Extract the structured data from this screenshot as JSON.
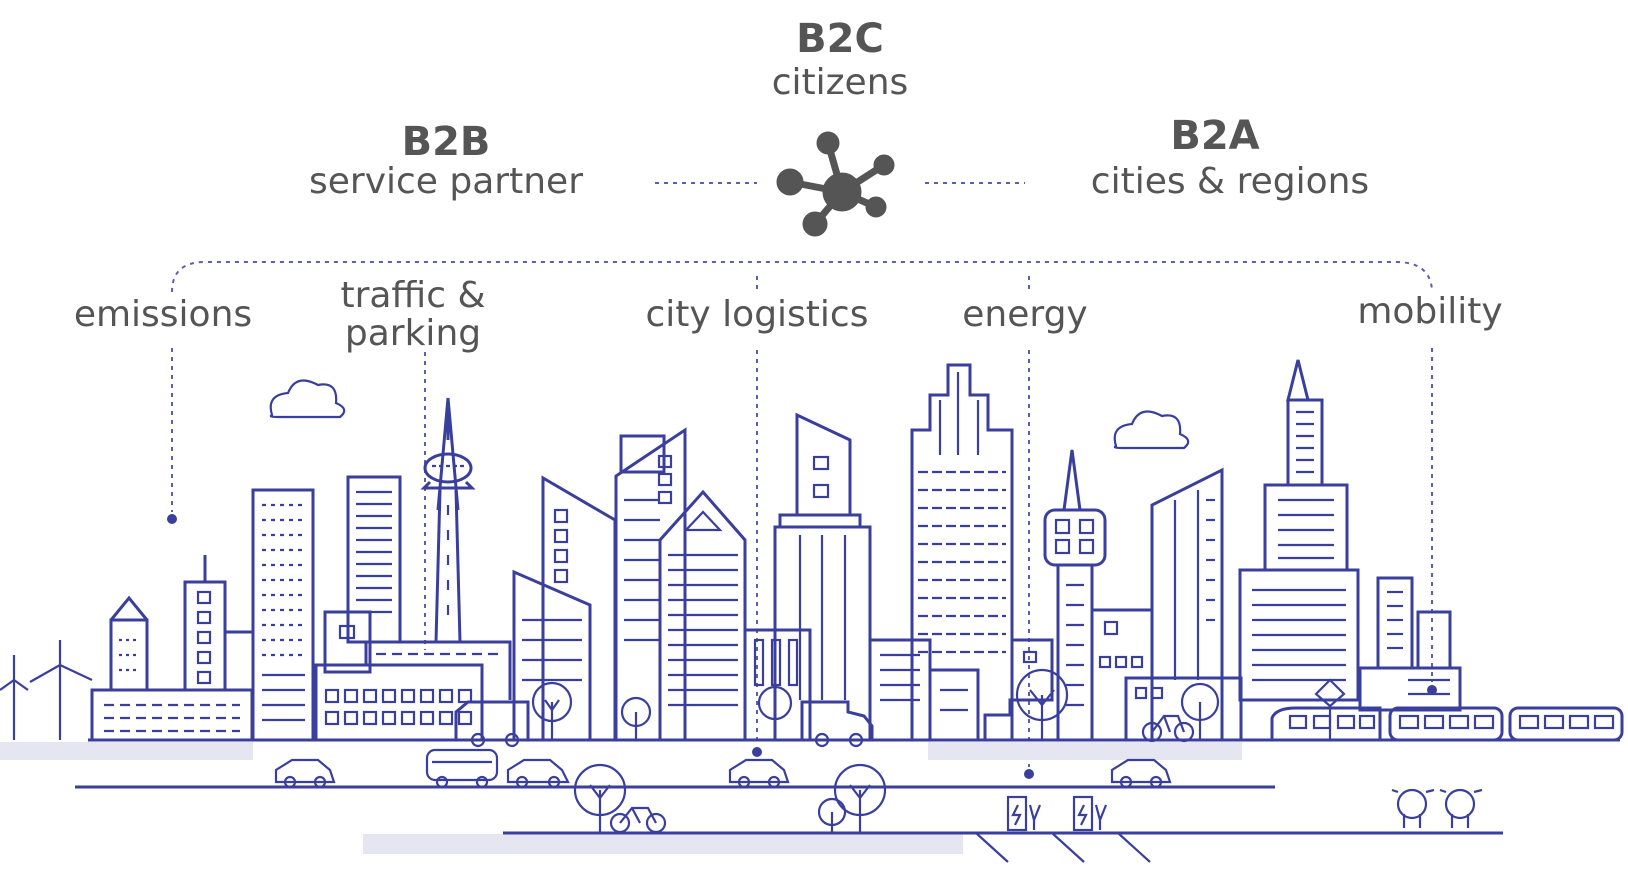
{
  "hub": {
    "top": {
      "title": "B2C",
      "subtitle": "citizens"
    },
    "left": {
      "title": "B2B",
      "subtitle": "service partner"
    },
    "right": {
      "title": "B2A",
      "subtitle": "cities & regions"
    }
  },
  "topics": [
    {
      "lines": [
        "emissions"
      ]
    },
    {
      "lines": [
        "traffic &",
        "parking"
      ]
    },
    {
      "lines": [
        "city logistics"
      ]
    },
    {
      "lines": [
        "energy"
      ]
    },
    {
      "lines": [
        "mobility"
      ]
    }
  ],
  "icons": {
    "hub": "network-hub-icon",
    "city": "city-skyline-icon"
  },
  "colors": {
    "line": "#3a3f9e",
    "text": "#555555",
    "hub": "#555555"
  }
}
